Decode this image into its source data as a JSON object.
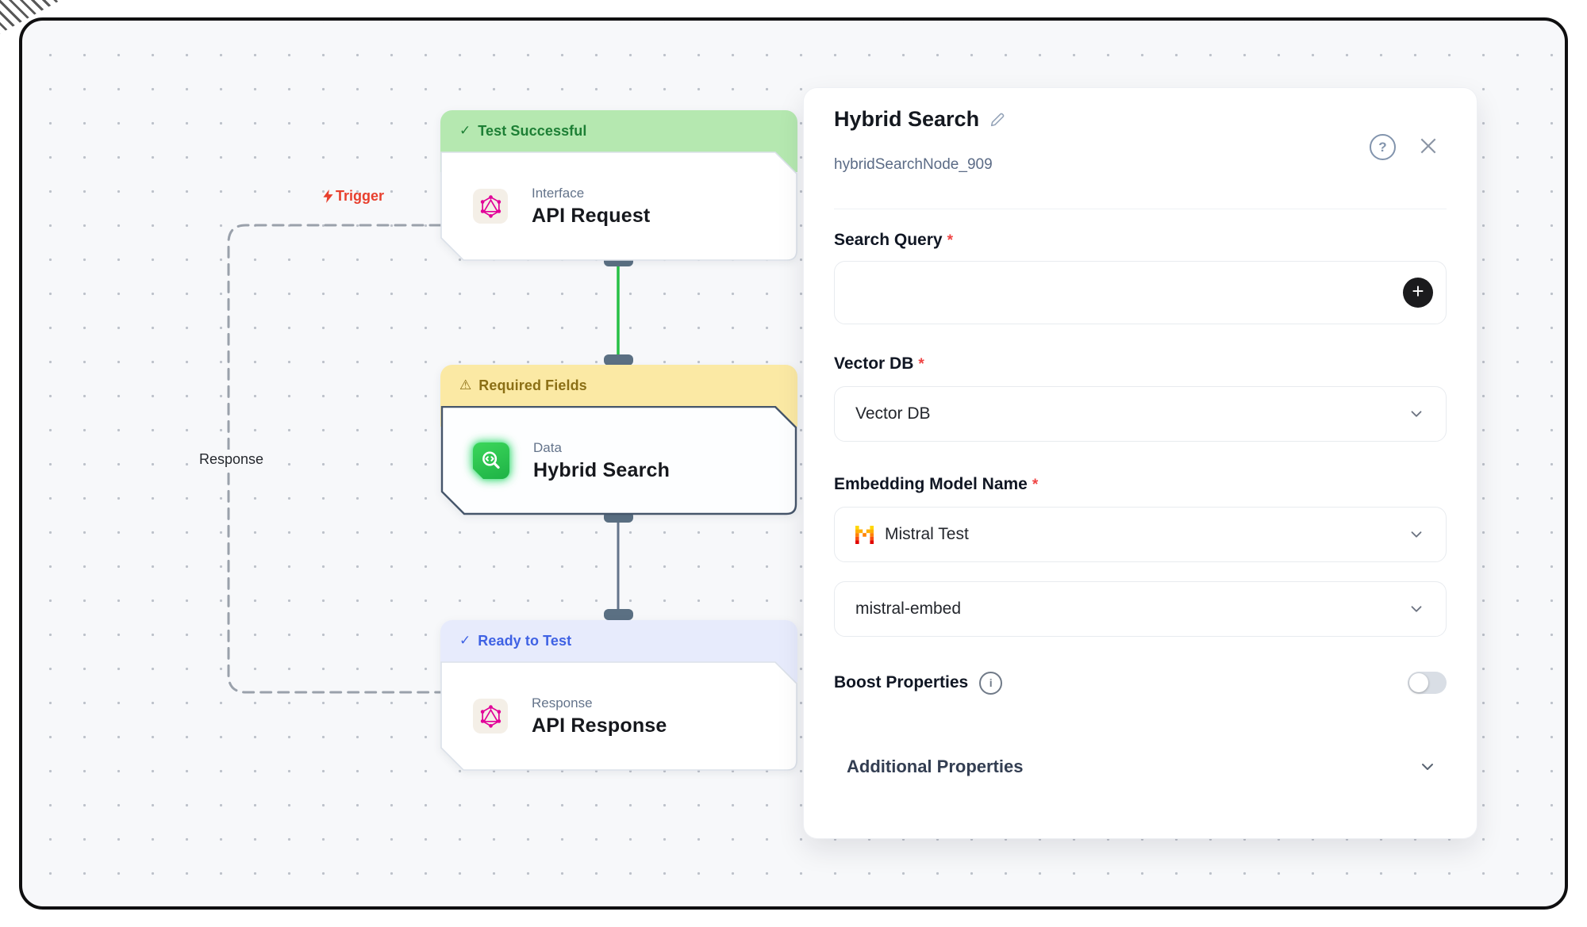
{
  "canvas": {
    "edge_labels": {
      "trigger": "Trigger",
      "response": "Response"
    },
    "nodes": [
      {
        "status": "Test Successful",
        "status_glyph": "✓",
        "category": "Interface",
        "title": "API Request",
        "icon": "graphql-icon"
      },
      {
        "status": "Required Fields",
        "status_glyph": "⚠",
        "category": "Data",
        "title": "Hybrid Search",
        "icon": "hybrid-search-icon"
      },
      {
        "status": "Ready to Test",
        "status_glyph": "✓",
        "category": "Response",
        "title": "API Response",
        "icon": "graphql-icon"
      }
    ]
  },
  "panel": {
    "title": "Hybrid Search",
    "node_id": "hybridSearchNode_909",
    "required_mark": "*",
    "help_glyph": "?",
    "info_glyph": "i",
    "plus_glyph": "+",
    "search_query": {
      "label": "Search Query",
      "value": ""
    },
    "vector_db": {
      "label": "Vector DB",
      "value": "Vector DB"
    },
    "embedding_model": {
      "label": "Embedding Model Name",
      "value": "Mistral Test"
    },
    "model_variant": {
      "value": "mistral-embed"
    },
    "boost_properties": {
      "label": "Boost Properties",
      "enabled": false
    },
    "additional_properties": {
      "label": "Additional Properties"
    }
  },
  "colors": {
    "success_bg": "#b5e8b0",
    "success_text": "#1d7f35",
    "warning_bg": "#fbe9a4",
    "warning_text": "#8b6f15",
    "info_bg": "#e7ebfc",
    "info_text": "#3f62e4",
    "edge_green": "#27c046",
    "edge_slate": "#64748b",
    "handle": "#5b7083",
    "required": "#ef4444",
    "trigger_red": "#e8402e",
    "node_selected_border": "#46566b",
    "node_border": "#dbe1e9",
    "plus_button": "#1b1b1d",
    "graphql_pink": "#e10098",
    "hybrid_green": "#2bc94f"
  }
}
